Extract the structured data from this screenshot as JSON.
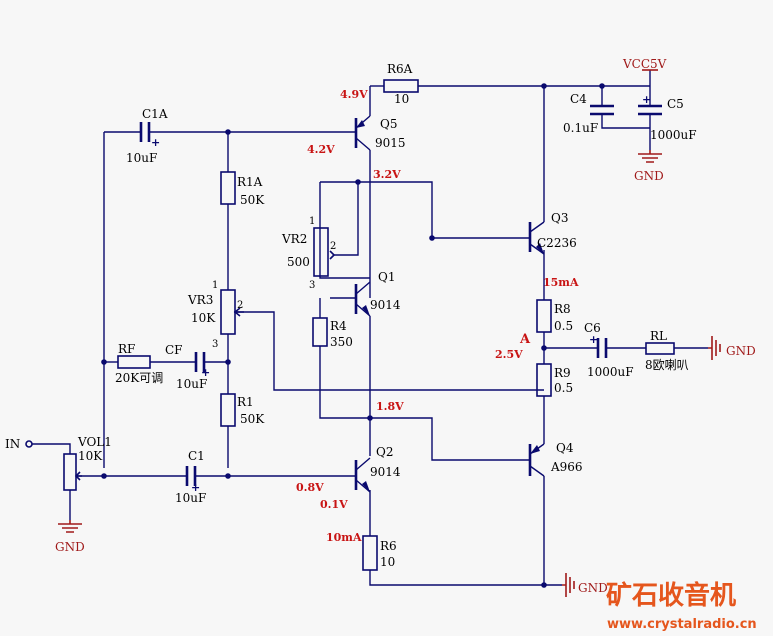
{
  "components": {
    "C1A": {
      "ref": "C1A",
      "value": "10uF"
    },
    "Q5": {
      "ref": "Q5",
      "value": "9015"
    },
    "R6A": {
      "ref": "R6A",
      "value": "10"
    },
    "C4": {
      "ref": "C4",
      "value": "0.1uF"
    },
    "C5": {
      "ref": "C5",
      "value": "1000uF"
    },
    "R1A": {
      "ref": "R1A",
      "value": "50K"
    },
    "VR2": {
      "ref": "VR2",
      "value": "500"
    },
    "Q1": {
      "ref": "Q1",
      "value": "9014"
    },
    "Q3": {
      "ref": "Q3",
      "value": "C2236"
    },
    "VR3": {
      "ref": "VR3",
      "value": "10K"
    },
    "R4": {
      "ref": "R4",
      "value": "350"
    },
    "R8": {
      "ref": "R8",
      "value": "0.5"
    },
    "C6": {
      "ref": "C6",
      "value": "1000uF"
    },
    "RL": {
      "ref": "RL",
      "value": "8欧喇叭"
    },
    "RF": {
      "ref": "RF",
      "value": "20K可调"
    },
    "CF": {
      "ref": "CF",
      "value": "10uF"
    },
    "R9": {
      "ref": "R9",
      "value": "0.5"
    },
    "R1": {
      "ref": "R1",
      "value": "50K"
    },
    "VOL1": {
      "ref": "VOL1",
      "value": "10K"
    },
    "C1": {
      "ref": "C1",
      "value": "10uF"
    },
    "Q2": {
      "ref": "Q2",
      "value": "9014"
    },
    "Q4": {
      "ref": "Q4",
      "value": "A966"
    },
    "R6": {
      "ref": "R6",
      "value": "10"
    }
  },
  "pins": {
    "one": "1",
    "two": "2",
    "three": "3"
  },
  "plus_sign": "+",
  "power": {
    "vcc": "VCC5V",
    "gnd": "GND"
  },
  "input_label": "IN",
  "node_A": "A",
  "annotations": {
    "v_q5e": "4.9V",
    "v_q5b": "4.2V",
    "v_q3b": "3.2V",
    "i_q3": "15mA",
    "v_out": "2.5V",
    "v_q4b": "1.8V",
    "v_q2b": "0.8V",
    "v_q2e": "0.1V",
    "i_q2": "10mA"
  },
  "watermark": {
    "logo": "矿石收音机",
    "url": "www.crystalradio.cn"
  }
}
